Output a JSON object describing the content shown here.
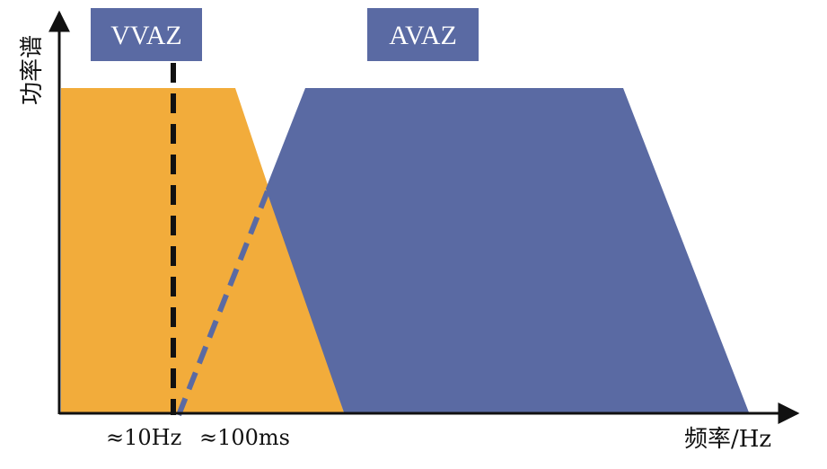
{
  "axes": {
    "y_label": "功率谱",
    "x_label": "频率/Hz"
  },
  "annotations": {
    "freq_mark": "≈10Hz",
    "time_mark": "≈100ms"
  },
  "boxes": {
    "vvaz": "VVAZ",
    "avaz": "AVAZ"
  },
  "colors": {
    "vvaz_fill": "#F2AC3B",
    "avaz_fill": "#5A6AA3",
    "box_fill": "#5A6AA3",
    "dashed_vertical": "#111111",
    "dashed_diagonal": "#5A6AA3",
    "axis": "#111111"
  }
}
